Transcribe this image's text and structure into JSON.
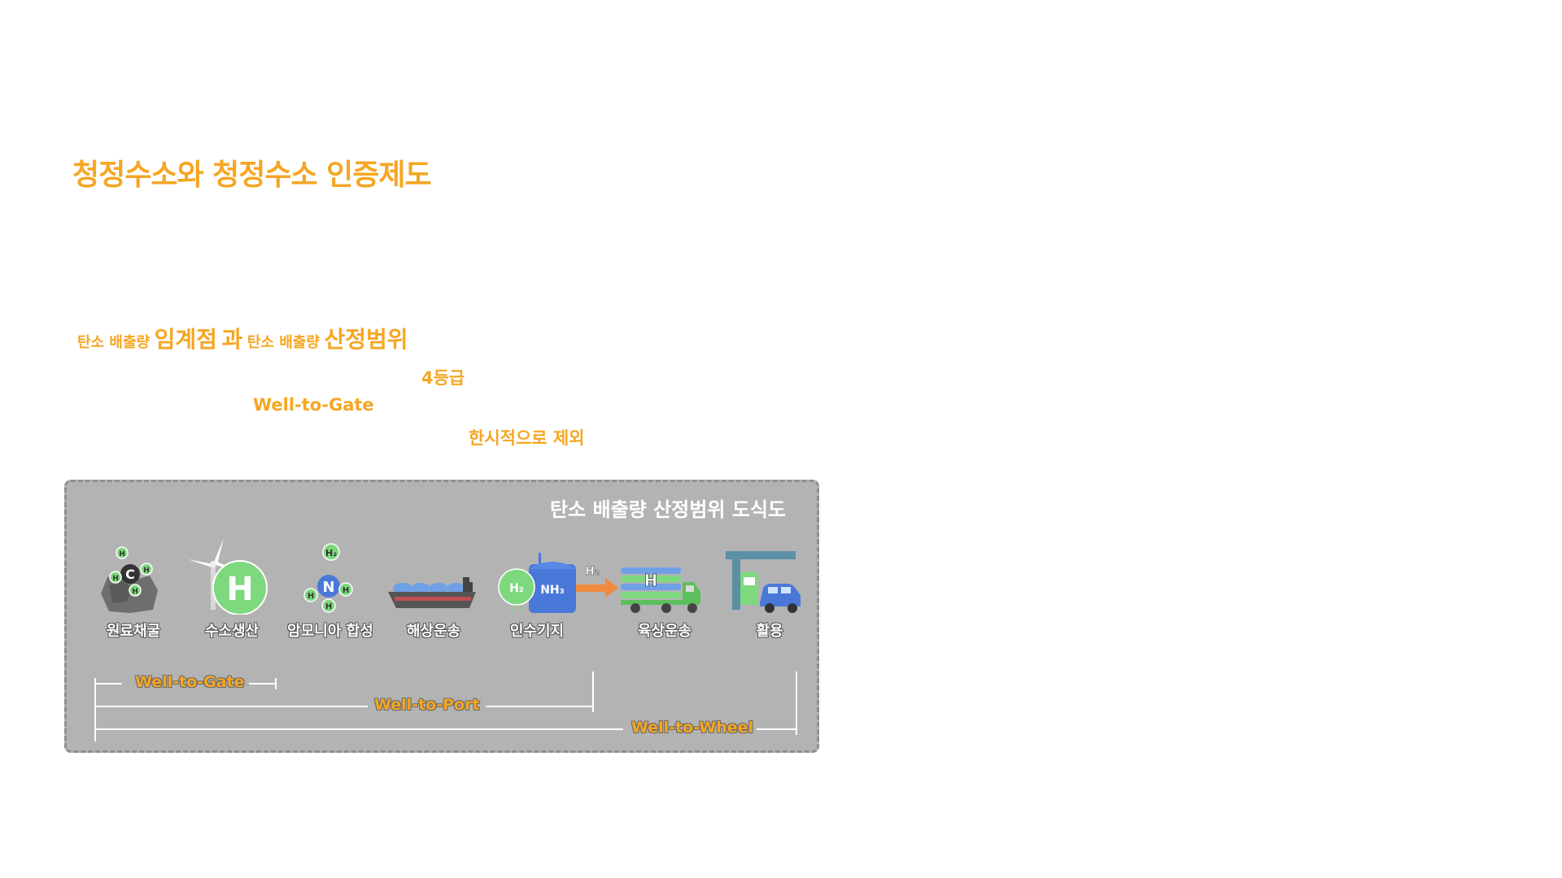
{
  "title": "청정수소와 청정수소 인증제도",
  "subtitle": {
    "part1": "탄소 배출량",
    "part2": "임계점",
    "part3": "과",
    "part4": "탄소 배출량",
    "part5": "산정범위"
  },
  "notes": {
    "grade": "4등급",
    "wtg": "Well-to-Gate",
    "excluded": "한시적으로 제외"
  },
  "diagram": {
    "title": "탄소 배출량 산정범위 도식도",
    "stages": [
      {
        "label": "원료채굴",
        "icon": "coal-molecule-icon"
      },
      {
        "label": "수소생산",
        "icon": "wind-turbine-hydrogen-icon"
      },
      {
        "label": "암모니아 합성",
        "icon": "ammonia-molecule-icon"
      },
      {
        "label": "해상운송",
        "icon": "ship-icon"
      },
      {
        "label": "인수기지",
        "icon": "storage-tank-icon"
      },
      {
        "label": "육상운송",
        "icon": "truck-icon"
      },
      {
        "label": "활용",
        "icon": "charging-station-car-icon"
      }
    ],
    "icon_text": {
      "h": "H",
      "c": "C",
      "n": "N",
      "h2": "H₂",
      "nh3": "NH₃"
    },
    "scopes": [
      {
        "label": "Well-to-Gate"
      },
      {
        "label": "Well-to-Port"
      },
      {
        "label": "Well-to-Wheel"
      }
    ]
  },
  "colors": {
    "accent": "#f5a623",
    "panel": "#b3b3b3",
    "hydrogen_green": "#7ed87e",
    "ammonia_blue": "#4a78d8"
  }
}
